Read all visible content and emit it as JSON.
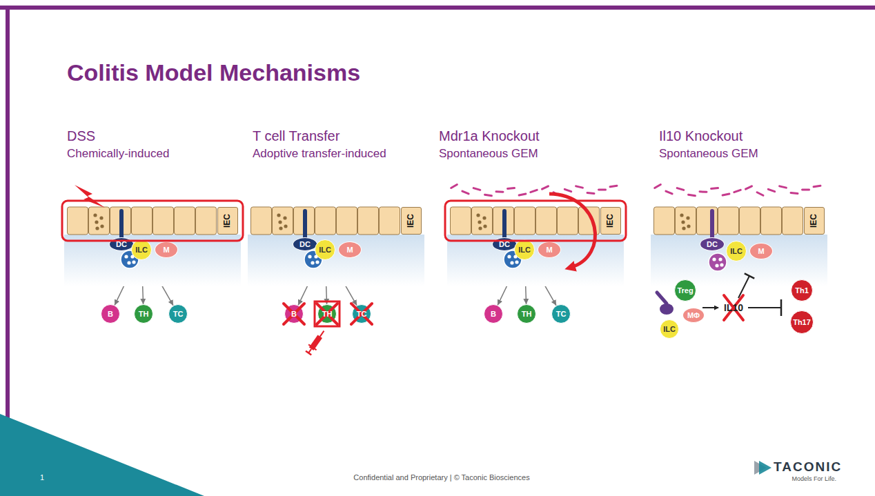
{
  "diagram": {
    "title": "Colitis Model Mechanisms",
    "nodes": [
      {
        "text": [
          "IEC"
        ]
      },
      {
        "text": [
          "DC"
        ]
      },
      {
        "text": [
          "ILC"
        ]
      },
      {
        "text": [
          "M"
        ]
      },
      {
        "text": [
          "B"
        ]
      },
      {
        "text": [
          "TH"
        ]
      },
      {
        "text": [
          "TC"
        ]
      },
      {
        "text": [
          "IEC"
        ]
      },
      {
        "text": [
          "DC"
        ]
      },
      {
        "text": [
          "ILC"
        ]
      },
      {
        "text": [
          "M"
        ]
      },
      {
        "text": [
          "B"
        ]
      },
      {
        "text": [
          "TH"
        ]
      },
      {
        "text": [
          "TC"
        ]
      },
      {
        "text": [
          "IEC"
        ]
      },
      {
        "text": [
          "DC"
        ]
      },
      {
        "text": [
          "ILC"
        ]
      },
      {
        "text": [
          "M"
        ]
      },
      {
        "text": [
          "B"
        ]
      },
      {
        "text": [
          "TH"
        ]
      },
      {
        "text": [
          "TC"
        ]
      },
      {
        "text": [
          "IEC"
        ]
      },
      {
        "text": [
          "DC"
        ]
      },
      {
        "text": [
          "ILC"
        ]
      },
      {
        "text": [
          "M"
        ]
      },
      {
        "text": [
          "Treg"
        ]
      },
      {
        "text": [
          "MΦ"
        ]
      },
      {
        "text": [
          "ILC"
        ]
      },
      {
        "text": [
          "Th1"
        ]
      },
      {
        "text": [
          "Th17"
        ]
      }
    ],
    "edges": [
      {
        "from": 2,
        "to": 4,
        "arrow": "to"
      },
      {
        "from": 2,
        "to": 5,
        "arrow": "to"
      },
      {
        "from": 2,
        "to": 6,
        "arrow": "to"
      },
      {
        "from": 9,
        "to": 11,
        "arrow": "to"
      },
      {
        "from": 9,
        "to": 12,
        "arrow": "to"
      },
      {
        "from": 9,
        "to": 13,
        "arrow": "to"
      },
      {
        "from": 16,
        "to": 18,
        "arrow": "to"
      },
      {
        "from": 16,
        "to": 19,
        "arrow": "to"
      },
      {
        "from": 16,
        "to": 20,
        "arrow": "to"
      }
    ],
    "labels": [
      "DSS",
      "Chemically-induced",
      "T cell Transfer",
      "Adoptive transfer-induced",
      "Mdr1a Knockout",
      "Spontaneous GEM",
      "Il10 Knockout",
      "Spontaneous GEM",
      "IL10",
      "1",
      "Confidential and Proprietary | © Taconic Biosciences",
      "TACONIC",
      "Models For Life."
    ]
  }
}
